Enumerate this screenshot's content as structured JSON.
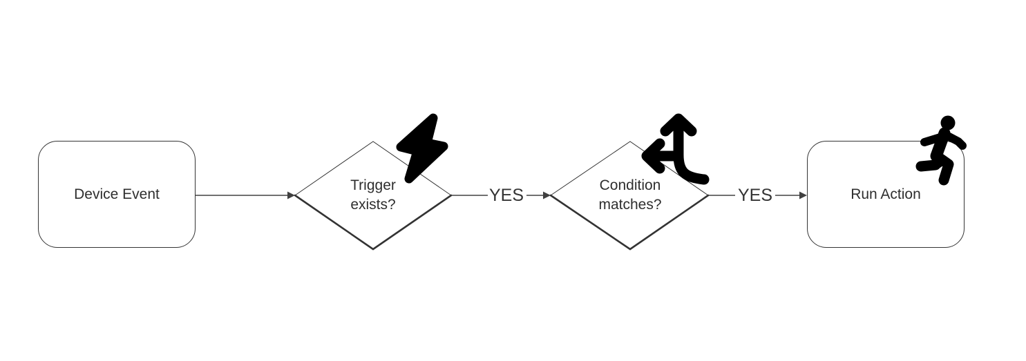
{
  "diagram": {
    "type": "flowchart",
    "direction": "left-to-right",
    "background_color": "#ffffff",
    "shape_stroke_color": "#333333",
    "connector_color": "#404040",
    "text_color": "#2e2e2e",
    "icon_color": "#000000",
    "nodes": [
      {
        "id": "device-event",
        "shape": "rounded-rectangle",
        "label": "Device Event",
        "icon": null
      },
      {
        "id": "trigger-exists",
        "shape": "diamond",
        "label": "Trigger exists?",
        "icon": "bolt-icon"
      },
      {
        "id": "condition-matches",
        "shape": "diamond",
        "label": "Condition matches?",
        "icon": "arrows-split-up-and-left-icon"
      },
      {
        "id": "run-action",
        "shape": "rounded-rectangle",
        "label": "Run Action",
        "icon": "person-running-icon"
      }
    ],
    "edges": [
      {
        "from": "device-event",
        "to": "trigger-exists",
        "label": ""
      },
      {
        "from": "trigger-exists",
        "to": "condition-matches",
        "label": "YES"
      },
      {
        "from": "condition-matches",
        "to": "run-action",
        "label": "YES"
      }
    ]
  }
}
